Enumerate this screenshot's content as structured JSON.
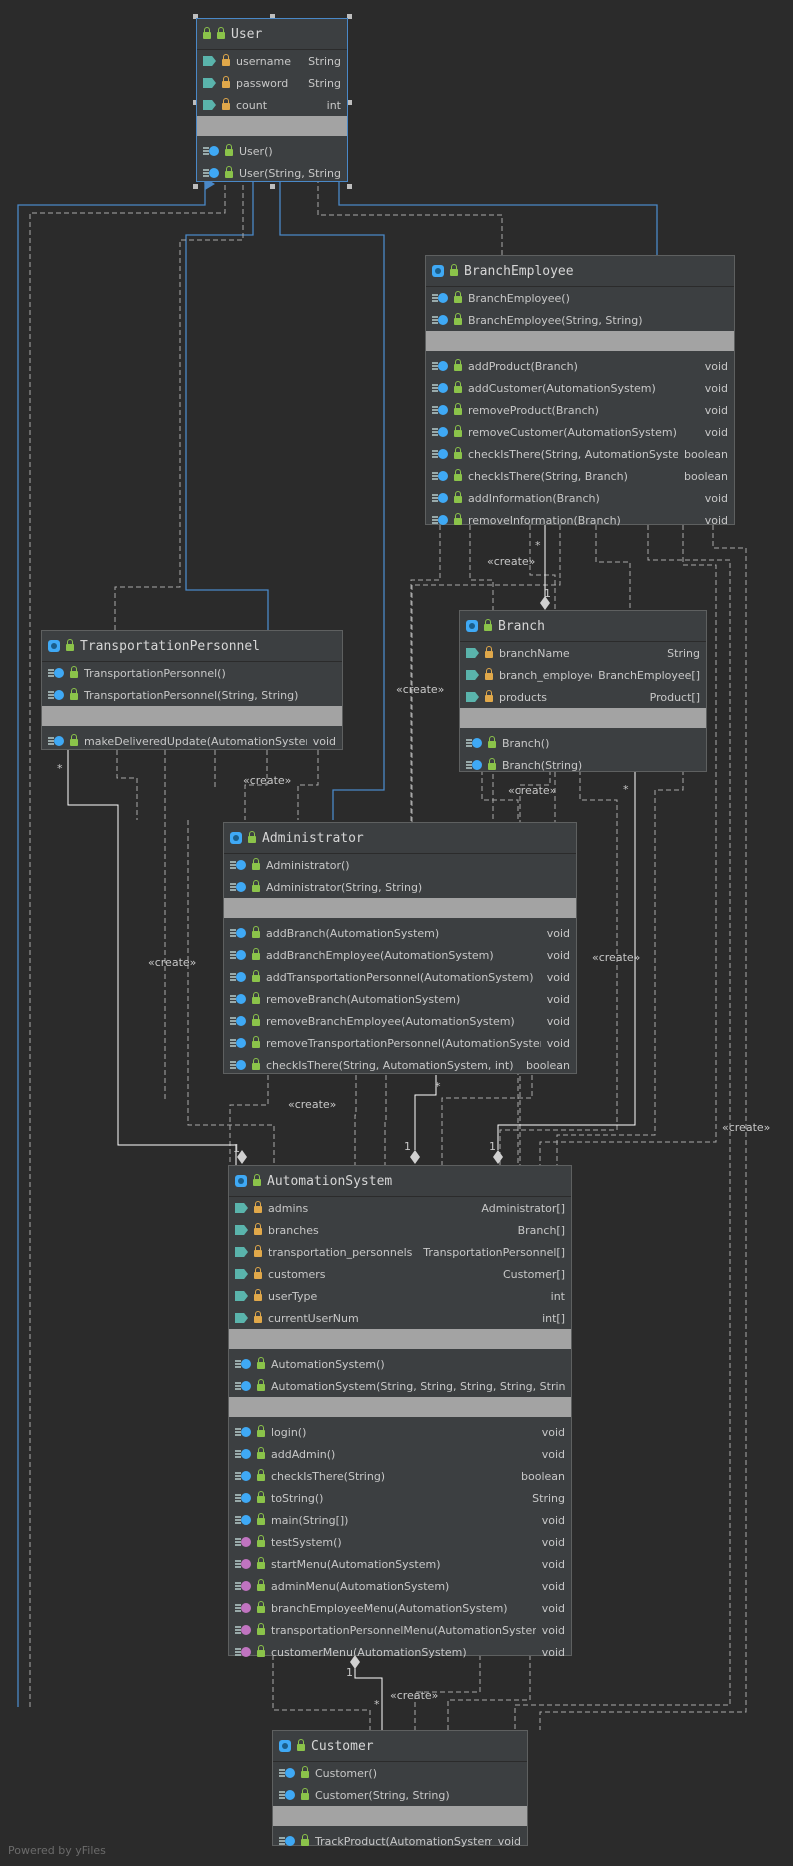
{
  "classes": {
    "user": {
      "name": "User",
      "fields": [
        [
          "username",
          "String"
        ],
        [
          "password",
          "String"
        ],
        [
          "count",
          "int"
        ]
      ],
      "ctors": [
        "User()",
        "User(String, String)"
      ]
    },
    "branch_employee": {
      "name": "BranchEmployee",
      "ctors": [
        "BranchEmployee()",
        "BranchEmployee(String, String)"
      ],
      "methods": [
        [
          "addProduct(Branch)",
          "void"
        ],
        [
          "addCustomer(AutomationSystem)",
          "void"
        ],
        [
          "removeProduct(Branch)",
          "void"
        ],
        [
          "removeCustomer(AutomationSystem)",
          "void"
        ],
        [
          "checkIsThere(String, AutomationSystem)",
          "boolean"
        ],
        [
          "checkIsThere(String, Branch)",
          "boolean"
        ],
        [
          "addInformation(Branch)",
          "void"
        ],
        [
          "removeInformation(Branch)",
          "void"
        ]
      ]
    },
    "branch": {
      "name": "Branch",
      "fields": [
        [
          "branchName",
          "String"
        ],
        [
          "branch_employees",
          "BranchEmployee[]"
        ],
        [
          "products",
          "Product[]"
        ]
      ],
      "ctors": [
        "Branch()",
        "Branch(String)"
      ]
    },
    "transportation_personnel": {
      "name": "TransportationPersonnel",
      "ctors": [
        "TransportationPersonnel()",
        "TransportationPersonnel(String, String)"
      ],
      "methods": [
        [
          "makeDeliveredUpdate(AutomationSystem)",
          "void"
        ]
      ]
    },
    "administrator": {
      "name": "Administrator",
      "ctors": [
        "Administrator()",
        "Administrator(String, String)"
      ],
      "methods": [
        [
          "addBranch(AutomationSystem)",
          "void"
        ],
        [
          "addBranchEmployee(AutomationSystem)",
          "void"
        ],
        [
          "addTransportationPersonnel(AutomationSystem)",
          "void"
        ],
        [
          "removeBranch(AutomationSystem)",
          "void"
        ],
        [
          "removeBranchEmployee(AutomationSystem)",
          "void"
        ],
        [
          "removeTransportationPersonnel(AutomationSystem)",
          "void"
        ],
        [
          "checkIsThere(String, AutomationSystem, int)",
          "boolean"
        ]
      ]
    },
    "automation_system": {
      "name": "AutomationSystem",
      "fields": [
        [
          "admins",
          "Administrator[]"
        ],
        [
          "branches",
          "Branch[]"
        ],
        [
          "transportation_personnels",
          "TransportationPersonnel[]"
        ],
        [
          "customers",
          "Customer[]"
        ],
        [
          "userType",
          "int"
        ],
        [
          "currentUserNum",
          "int[]"
        ]
      ],
      "ctors": [
        "AutomationSystem()",
        "AutomationSystem(String, String, String, String, String)"
      ],
      "methods": [
        [
          "login()",
          "void"
        ],
        [
          "addAdmin()",
          "void"
        ],
        [
          "checkIsThere(String)",
          "boolean"
        ],
        [
          "toString()",
          "String"
        ],
        [
          "main(String[])",
          "void"
        ],
        [
          "testSystem()",
          "void"
        ],
        [
          "startMenu(AutomationSystem)",
          "void"
        ],
        [
          "adminMenu(AutomationSystem)",
          "void"
        ],
        [
          "branchEmployeeMenu(AutomationSystem)",
          "void"
        ],
        [
          "transportationPersonnelMenu(AutomationSystem)",
          "void"
        ],
        [
          "customerMenu(AutomationSystem)",
          "void"
        ]
      ]
    },
    "customer": {
      "name": "Customer",
      "ctors": [
        "Customer()",
        "Customer(String, String)"
      ],
      "methods": [
        [
          "TrackProduct(AutomationSystem)",
          "void"
        ]
      ]
    }
  },
  "labels": {
    "create": "«create»",
    "one": "1",
    "many": "*"
  },
  "colors": {
    "background": "#2b2b2b",
    "node": "#3c3f41",
    "realization": "#4a88c7",
    "dependency": "#a9a9a9"
  },
  "footer": "Powered by yFiles"
}
